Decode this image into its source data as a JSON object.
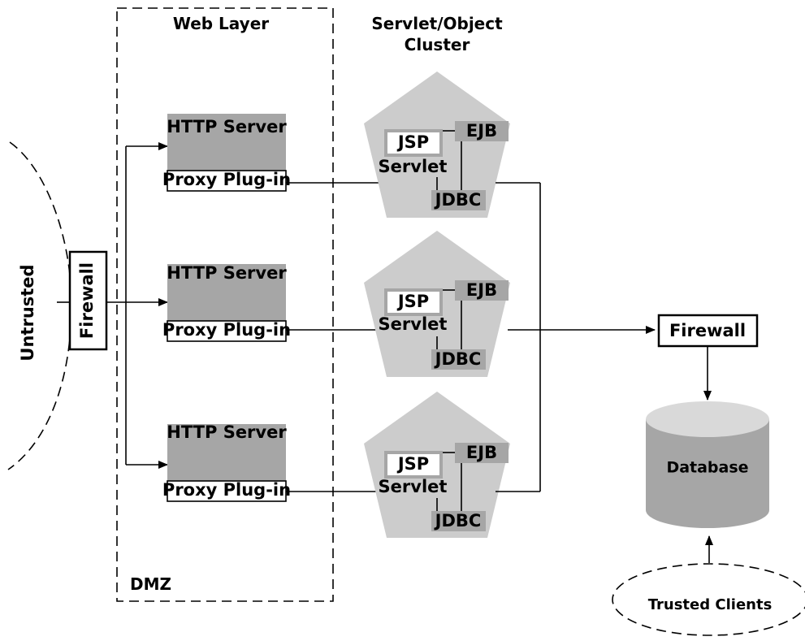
{
  "title": {
    "web_layer": "Web Layer",
    "cluster_line1": "Servlet/Object",
    "cluster_line2": "Cluster",
    "dmz": "DMZ"
  },
  "zones": {
    "untrusted": "Untrusted",
    "firewall_left": "Firewall",
    "firewall_right": "Firewall",
    "database": "Database",
    "trusted_clients": "Trusted Clients"
  },
  "web_servers": [
    {
      "name": "HTTP Server",
      "plugin": "Proxy Plug-in"
    },
    {
      "name": "HTTP Server",
      "plugin": "Proxy Plug-in"
    },
    {
      "name": "HTTP Server",
      "plugin": "Proxy Plug-in"
    }
  ],
  "cluster_nodes": [
    {
      "jsp": "JSP",
      "servlet": "Servlet",
      "ejb": "EJB",
      "jdbc": "JDBC"
    },
    {
      "jsp": "JSP",
      "servlet": "Servlet",
      "ejb": "EJB",
      "jdbc": "JDBC"
    },
    {
      "jsp": "JSP",
      "servlet": "Servlet",
      "ejb": "EJB",
      "jdbc": "JDBC"
    }
  ],
  "colors": {
    "node_fill": "#cccccc",
    "component_fill": "#a6a6a6",
    "line": "#000000"
  }
}
